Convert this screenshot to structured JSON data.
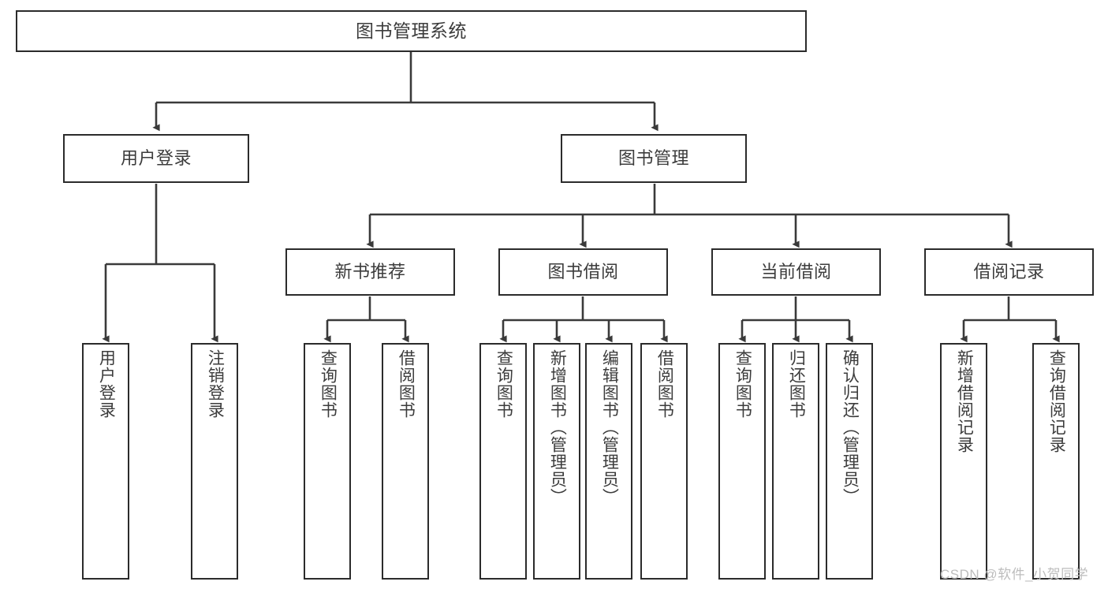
{
  "diagram": {
    "title": "图书管理系统",
    "type": "tree",
    "orientation": "top-down",
    "colors": {
      "box_border": "#2b2b2b",
      "box_fill": "#ffffff",
      "connector": "#3a3a3a",
      "text": "#3c3c3c",
      "background": "#ffffff",
      "watermark": "#bdbdbd"
    },
    "root": {
      "label": "图书管理系统"
    },
    "level1": [
      {
        "label": "用户登录"
      },
      {
        "label": "图书管理"
      }
    ],
    "level2": [
      {
        "label": "新书推荐"
      },
      {
        "label": "图书借阅"
      },
      {
        "label": "当前借阅"
      },
      {
        "label": "借阅记录"
      }
    ],
    "leaves": {
      "user_login": [
        {
          "label": "用户登录"
        },
        {
          "label": "注销登录"
        }
      ],
      "new_book": [
        {
          "label": "查询图书"
        },
        {
          "label": "借阅图书"
        }
      ],
      "book_borrow": [
        {
          "label": "查询图书"
        },
        {
          "label": "新增图书（管理员）"
        },
        {
          "label": "编辑图书（管理员）"
        },
        {
          "label": "借阅图书"
        }
      ],
      "current_borrow": [
        {
          "label": "查询图书"
        },
        {
          "label": "归还图书"
        },
        {
          "label": "确认归还（管理员）"
        }
      ],
      "borrow_record": [
        {
          "label": "新增借阅记录"
        },
        {
          "label": "查询借阅记录"
        }
      ]
    }
  },
  "watermark": {
    "text": "CSDN @软件_小贺同学"
  }
}
